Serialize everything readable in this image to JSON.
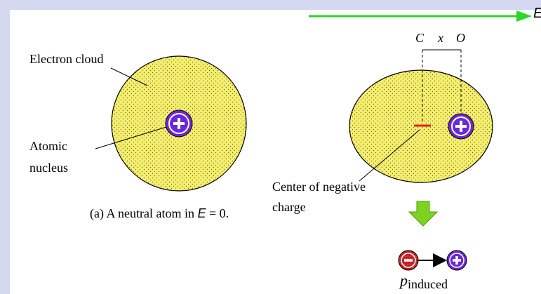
{
  "field": {
    "label": "E",
    "color": "#2cd52c"
  },
  "left_panel": {
    "electron_cloud_label": "Electron cloud",
    "nucleus_label_line1": "Atomic",
    "nucleus_label_line2": "nucleus",
    "caption_prefix": "(a) A neutral atom in ",
    "caption_var": "E",
    "caption_suffix": " = 0."
  },
  "right_panel": {
    "point_c": "C",
    "distance_x": "x",
    "point_o": "O",
    "center_label_line1": "Center of negative",
    "center_label_line2": "charge",
    "dipole_label": "p",
    "dipole_subscript": "induced"
  },
  "colors": {
    "cloud_fill": "#f5ef6e",
    "nucleus_fill": "#6a28d8",
    "negative_charge": "#c41e1e",
    "down_arrow": "#7ed321",
    "charge_center_line": "#e02020",
    "background_frame": "#d4d8f0"
  },
  "icons": {
    "positive_charge": "plus-circle-icon",
    "negative_charge": "minus-circle-icon",
    "direction_arrow": "down-arrow-icon"
  }
}
